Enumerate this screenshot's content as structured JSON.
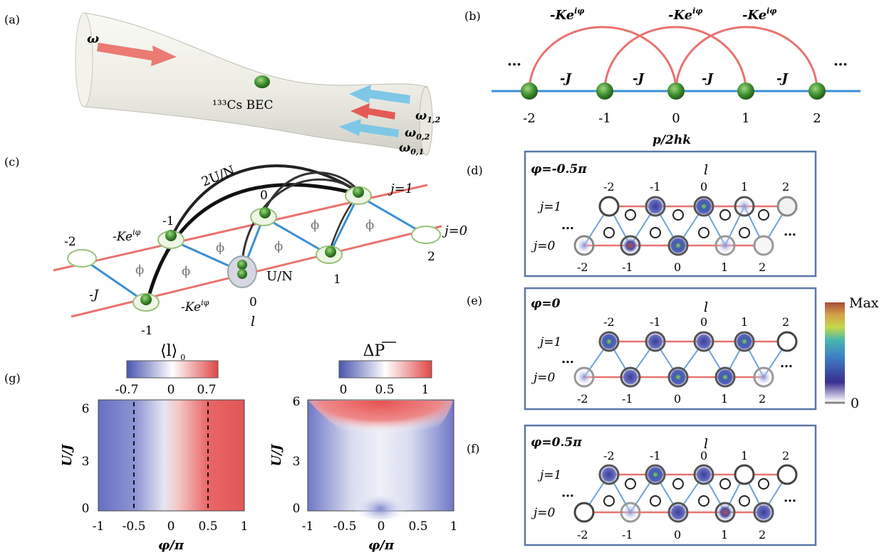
{
  "panel_labels": {
    "a": "(a)",
    "b": "(b)",
    "c": "(c)",
    "d": "(d)",
    "e": "(e)",
    "f": "(f)",
    "g": "(g)"
  },
  "panel_a": {
    "omega": "ω",
    "bec": "¹³³Cs BEC",
    "w12": "ω",
    "w12_sub": "1,2",
    "w02": "ω",
    "w02_sub": "0,2",
    "w01": "ω",
    "w01_sub": "0,1"
  },
  "panel_b": {
    "dots": "…",
    "hop_long": "-Ke",
    "hop_long_exp": "iφ",
    "hop_short": "-J",
    "sites": [
      "-2",
      "-1",
      "0",
      "1",
      "2"
    ],
    "axis": "p/2hk"
  },
  "panel_c": {
    "sites_top": [
      "-2",
      "0",
      "j=1",
      "2",
      "j=0"
    ],
    "coupling_2u": "2U/N",
    "coupling_u": "U/N",
    "neg_J": "-J",
    "k_label": "-Ke",
    "k_exp": "iφ",
    "bottom_sites": [
      "-1",
      "-1",
      "0",
      "1"
    ],
    "l_label": "l",
    "flux": "ϕ"
  },
  "panel_d": {
    "phi": "φ=-0.5π",
    "l": "l",
    "top": [
      "-2",
      "-1",
      "0",
      "1",
      "2"
    ],
    "bottom": [
      "-2",
      "-1",
      "0",
      "1",
      "2"
    ],
    "j1": "j=1",
    "j0": "j=0",
    "dots": "…"
  },
  "panel_e": {
    "phi": "φ=0",
    "l": "l",
    "top": [
      "-2",
      "-1",
      "0",
      "1",
      "2"
    ],
    "bottom": [
      "-2",
      "-1",
      "0",
      "1",
      "2"
    ],
    "j1": "j=1",
    "j0": "j=0",
    "dots": "…"
  },
  "panel_f": {
    "phi": "φ=0.5π",
    "l": "l",
    "top": [
      "-2",
      "-1",
      "0",
      "1",
      "2"
    ],
    "bottom": [
      "-2",
      "-1",
      "0",
      "1",
      "2"
    ],
    "j1": "j=1",
    "j0": "j=0",
    "dots": "…"
  },
  "colorbar_def": {
    "max": "Max",
    "zero": "0"
  },
  "panel_g_left": {
    "title": "⟨l⟩",
    "title_sub": "0",
    "cb_ticks": [
      "-0.7",
      "0",
      "0.7"
    ],
    "ylabel": "U/J",
    "xlabel": "φ/π",
    "yticks": [
      "0",
      "3",
      "6"
    ],
    "xticks": [
      "-1",
      "-0.5",
      "0",
      "0.5",
      "1"
    ]
  },
  "panel_g_right": {
    "title": "ΔP",
    "cb_ticks": [
      "0",
      "0.5",
      "1"
    ],
    "ylabel": "U/J",
    "xlabel": "φ/π",
    "yticks": [
      "0",
      "3",
      "6"
    ],
    "xticks": [
      "-1",
      "-0.5",
      "0",
      "0.5",
      "1"
    ]
  },
  "colors": {
    "red_line": "#e8736f",
    "blue_line": "#3b8fd4",
    "green_site": "#3f8f2f",
    "frame_blue": "#5b77a8"
  }
}
